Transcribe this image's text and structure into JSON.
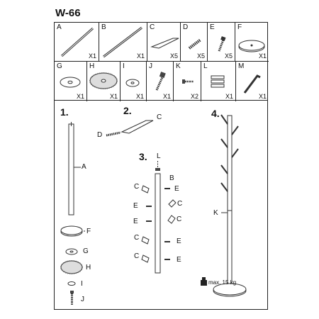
{
  "document": {
    "model_code": "W-66"
  },
  "parts": [
    {
      "letter": "A",
      "qty": "X1",
      "icon": "long-tube"
    },
    {
      "letter": "B",
      "qty": "X1",
      "icon": "long-tube"
    },
    {
      "letter": "C",
      "qty": "X5",
      "icon": "hook-arm"
    },
    {
      "letter": "D",
      "qty": "X5",
      "icon": "threaded-rod"
    },
    {
      "letter": "E",
      "qty": "X5",
      "icon": "bolt"
    },
    {
      "letter": "F",
      "qty": "X1",
      "icon": "base-disc"
    },
    {
      "letter": "G",
      "qty": "X1",
      "icon": "washer"
    },
    {
      "letter": "H",
      "qty": "X1",
      "icon": "felt-pad"
    },
    {
      "letter": "I",
      "qty": "X1",
      "icon": "small-washer"
    },
    {
      "letter": "J",
      "qty": "X1",
      "icon": "screw"
    },
    {
      "letter": "K",
      "qty": "X2",
      "icon": "small-screw"
    },
    {
      "letter": "L",
      "qty": "X1",
      "icon": "cap-stack"
    },
    {
      "letter": "M",
      "qty": "X1",
      "icon": "allen-key"
    }
  ],
  "steps": {
    "s1": {
      "number": "1.",
      "labels": {
        "a": "A",
        "f": "F",
        "g": "G",
        "h": "H",
        "i": "I",
        "j": "J"
      }
    },
    "s2": {
      "number": "2.",
      "labels": {
        "c": "C",
        "d": "D"
      }
    },
    "s3": {
      "number": "3.",
      "labels": {
        "l": "L",
        "b": "B",
        "c": "C",
        "e": "E"
      }
    },
    "s4": {
      "number": "4.",
      "labels": {
        "k": "K"
      },
      "weight": "max. 15 kg"
    }
  }
}
